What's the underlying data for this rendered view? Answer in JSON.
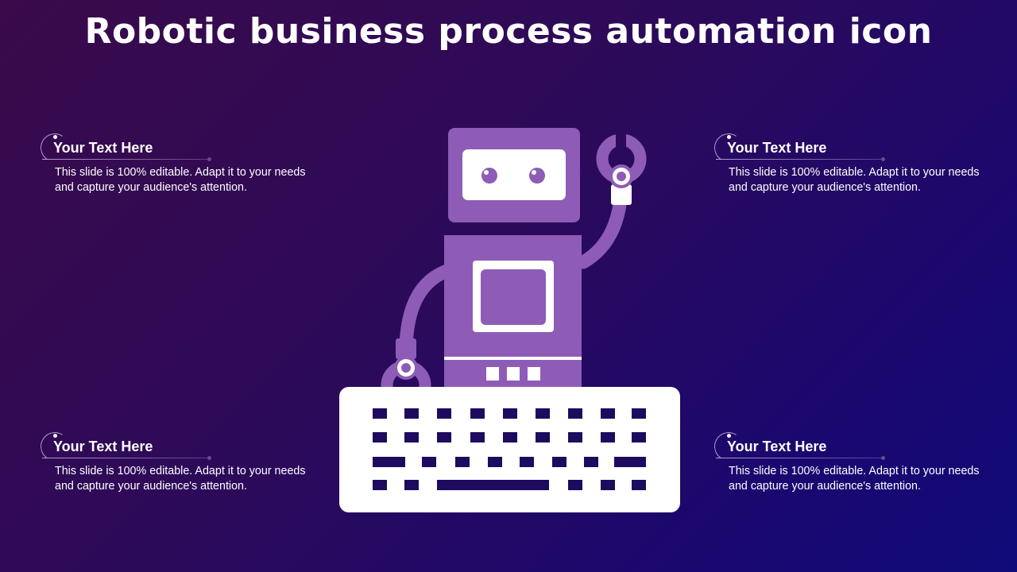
{
  "slide": {
    "title": "Robotic business process automation icon",
    "callouts": [
      {
        "heading": "Your Text Here",
        "body": "This slide is 100% editable. Adapt it to your needs and capture your audience's attention."
      },
      {
        "heading": "Your Text Here",
        "body": "This slide is 100% editable. Adapt it to your needs and capture your audience's attention."
      },
      {
        "heading": "Your Text Here",
        "body": "This slide is 100% editable. Adapt it to your needs and capture your audience's attention."
      },
      {
        "heading": "Your Text Here",
        "body": "This slide is 100% editable. Adapt it to your needs and capture your audience's attention."
      }
    ]
  },
  "colors": {
    "robot_body": "#8e5cb6",
    "keyboard": "#ffffff",
    "keys": "#1e0a5e",
    "text": "#ffffff"
  },
  "icons": {
    "main": "robot-at-keyboard-icon"
  }
}
